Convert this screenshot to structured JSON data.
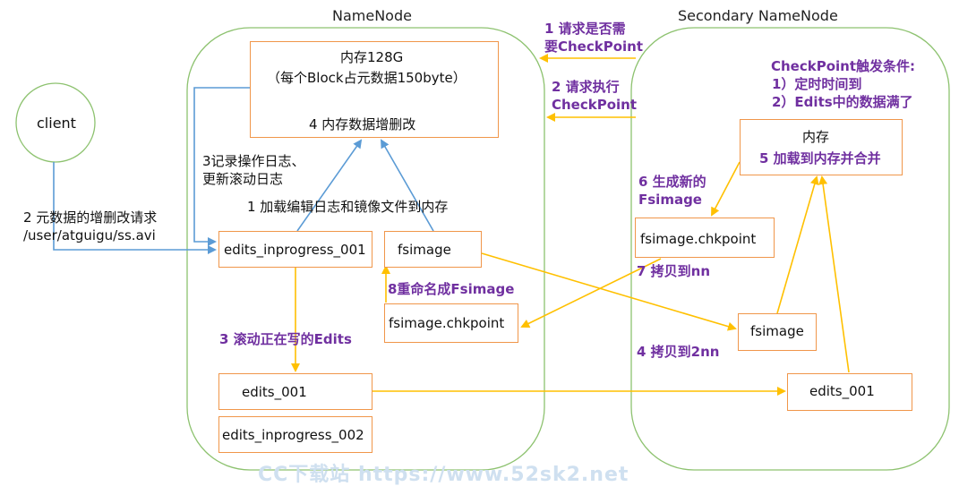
{
  "titles": {
    "namenode": "NameNode",
    "secondary": "Secondary NameNode"
  },
  "client": {
    "label": "client"
  },
  "memory": {
    "line1": "内存128G",
    "line2": "（每个Block占元数据150byte）",
    "line3": "4 内存数据增删改"
  },
  "boxes": {
    "nn_edits_inprogress_001": "edits_inprogress_001",
    "nn_fsimage": "fsimage",
    "nn_fsimage_chkpoint": "fsimage.chkpoint",
    "nn_edits_001": "edits_001",
    "nn_edits_inprogress_002": "edits_inprogress_002",
    "sn_memory_title": "内存",
    "sn_memory_merge": "5 加载到内存并合并",
    "sn_fsimage_chkpoint": "fsimage.chkpoint",
    "sn_fsimage": "fsimage",
    "sn_edits_001": "edits_001"
  },
  "labels": {
    "client_request_1": "2 元数据的增删改请求",
    "client_request_2": "/user/atguigu/ss.avi",
    "log_update_1": "3记录操作日志、",
    "log_update_2": "更新滚动日志",
    "load_edits_image": "1 加载编辑日志和镜像文件到内存",
    "roll_edits": "3 滚动正在写的Edits",
    "rename_fsimage": "8重命名成Fsimage",
    "need_checkpoint_1": "1 请求是否需",
    "need_checkpoint_2": "要CheckPoint",
    "exec_checkpoint_1": "2 请求执行",
    "exec_checkpoint_2": "CheckPoint",
    "trigger_title": "CheckPoint触发条件:",
    "trigger_1": "1）定时时间到",
    "trigger_2": "2）Edits中的数据满了",
    "generate_new_1": "6 生成新的",
    "generate_new_2": "Fsimage",
    "copy_to_nn": "7 拷贝到nn",
    "copy_to_2nn": "4 拷贝到2nn"
  },
  "watermark": "CC下载站 https://www.52sk2.net",
  "colors": {
    "border_green": "#8dc26f",
    "box_orange": "#f0964a",
    "arrow_blue": "#5b9bd5",
    "arrow_yellow": "#ffc000",
    "label_purple": "#7030a0"
  }
}
